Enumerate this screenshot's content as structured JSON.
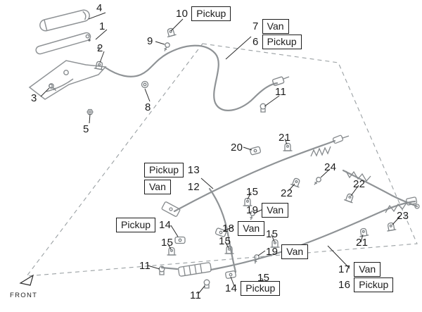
{
  "front_label": "FRONT",
  "colors": {
    "line_art": "#8f9396",
    "detail_art": "#7f8487",
    "leader": "#2b2b2b",
    "label_border": "#1c1c1c",
    "background": "#ffffff"
  },
  "callouts": {
    "c1": {
      "num": "1"
    },
    "c2": {
      "num": "2"
    },
    "c3": {
      "num": "3"
    },
    "c4": {
      "num": "4"
    },
    "c5": {
      "num": "5"
    },
    "c6": {
      "num": "6",
      "tag": "Pickup"
    },
    "c7": {
      "num": "7",
      "tag": "Van"
    },
    "c8": {
      "num": "8"
    },
    "c9": {
      "num": "9"
    },
    "c10": {
      "num": "10",
      "tag": "Pickup"
    },
    "c11a": {
      "num": "11"
    },
    "c11b": {
      "num": "11"
    },
    "c11c": {
      "num": "11"
    },
    "c12": {
      "num": "12",
      "tag": "Van"
    },
    "c13": {
      "num": "13",
      "tag": "Pickup"
    },
    "c14a": {
      "num": "14",
      "tag": "Pickup"
    },
    "c14b": {
      "num": "14",
      "tag": "Pickup"
    },
    "c15a": {
      "num": "15"
    },
    "c15b": {
      "num": "15"
    },
    "c15c": {
      "num": "15"
    },
    "c15d": {
      "num": "15"
    },
    "c15e": {
      "num": "15"
    },
    "c16": {
      "num": "16",
      "tag": "Pickup"
    },
    "c17": {
      "num": "17",
      "tag": "Van"
    },
    "c18": {
      "num": "18",
      "tag": "Van"
    },
    "c19a": {
      "num": "19",
      "tag": "Van"
    },
    "c19b": {
      "num": "19",
      "tag": "Van"
    },
    "c20": {
      "num": "20"
    },
    "c21a": {
      "num": "21"
    },
    "c21b": {
      "num": "21"
    },
    "c22a": {
      "num": "22"
    },
    "c22b": {
      "num": "22"
    },
    "c23": {
      "num": "23"
    },
    "c24": {
      "num": "24"
    }
  }
}
